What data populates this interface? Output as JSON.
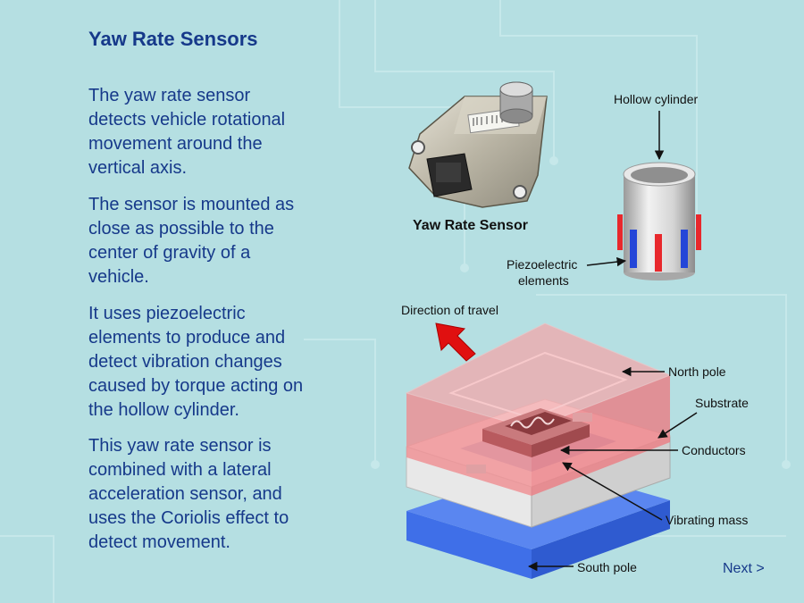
{
  "page": {
    "title": "Yaw Rate Sensors",
    "paragraphs": [
      "The yaw rate sensor detects vehicle rotational movement around the vertical axis.",
      "The sensor is mounted as close as possible to the center of gravity of a vehicle.",
      "It uses piezoelectric elements to produce and detect vibration changes caused by torque acting on the hollow cylinder.",
      "This yaw rate sensor is combined with a lateral acceleration sensor, and uses the Coriolis effect to detect movement."
    ],
    "next_label": "Next >"
  },
  "diagram": {
    "sensor_caption": "Yaw Rate Sensor",
    "labels": {
      "hollow_cylinder": "Hollow cylinder",
      "piezo_line1": "Piezoelectric",
      "piezo_line2": "elements",
      "direction": "Direction of travel",
      "north_pole": "North pole",
      "substrate": "Substrate",
      "conductors": "Conductors",
      "vibrating_mass": "Vibrating mass",
      "south_pole": "South pole"
    }
  },
  "colors": {
    "text": "#16398a",
    "background": "#b5dfe2",
    "north_pole": "#f08a8e",
    "south_pole": "#3f6fe8",
    "arrow": "#e01010",
    "piezo_red": "#e8282c",
    "piezo_blue": "#2446d8"
  }
}
